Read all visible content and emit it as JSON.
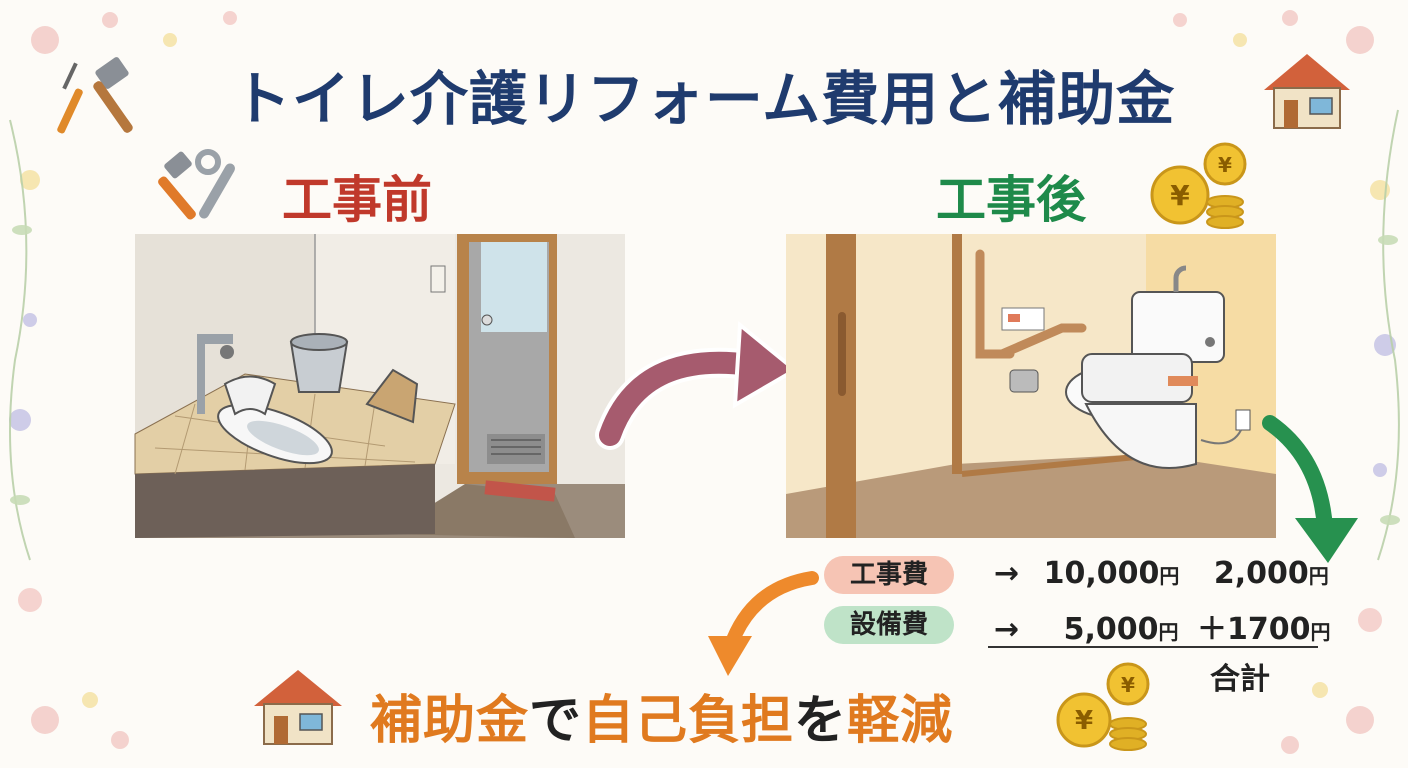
{
  "title": "トイレ介護リフォーム費用と補助金",
  "before": {
    "label": "工事前"
  },
  "after": {
    "label": "工事後"
  },
  "costs": {
    "construction": {
      "label": "工事費",
      "arrow": "→",
      "amount": "10,000",
      "unit": "円",
      "subsidy": "2,000",
      "subsidy_unit": "円"
    },
    "equipment": {
      "label": "設備費",
      "arrow": "→",
      "amount": "5,000",
      "unit": "円",
      "subsidy": "＋1700",
      "subsidy_unit": "円"
    },
    "total_label": "合計"
  },
  "bottom": {
    "part1": "補助金",
    "part2": "で",
    "part3": "自己負担",
    "part4": "を",
    "part5": "軽減"
  },
  "colors": {
    "title": "#1f3b6e",
    "before": "#c0392b",
    "after": "#1e8a4a",
    "bottom_orange": "#e07a1f",
    "pill_red": "#f6c4b4",
    "pill_green": "#bfe3c8",
    "arrow_mauve": "#a65b6e",
    "arrow_green": "#27914f",
    "arrow_orange": "#ee8a2c"
  },
  "icons": [
    "hammer-icon",
    "screwdriver-icon",
    "wrench-icon",
    "house-icon",
    "yen-coin-icon",
    "flower-icon"
  ]
}
